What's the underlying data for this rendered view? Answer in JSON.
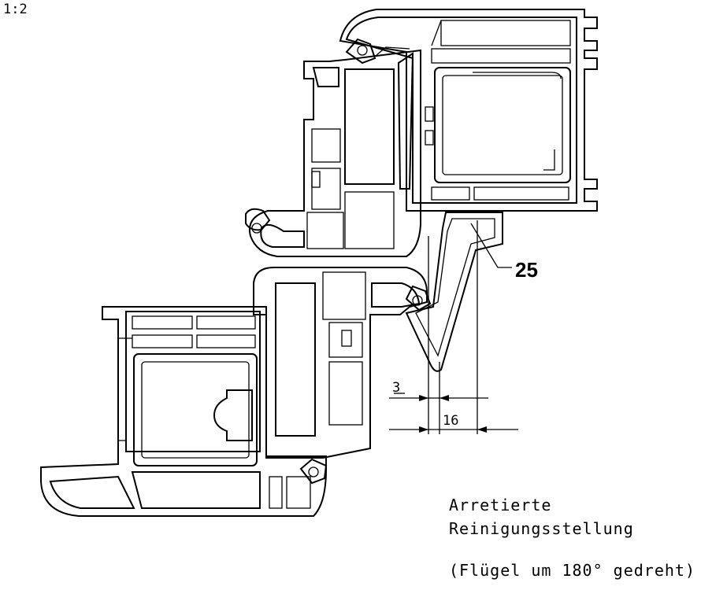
{
  "scale": "1:2",
  "callout": "25",
  "dimensions": {
    "small": "3",
    "large": "16"
  },
  "notes": {
    "line1": "Arretierte",
    "line2": "Reinigungsstellung",
    "line3": "(Flügel um 180° gedreht)"
  }
}
